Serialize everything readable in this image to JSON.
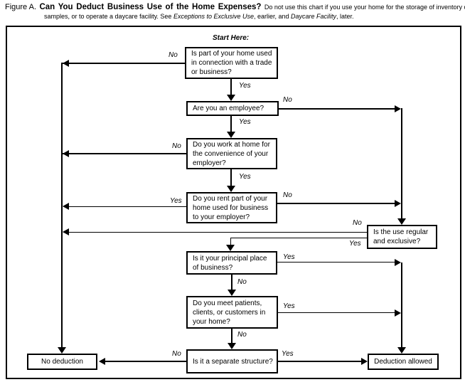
{
  "header": {
    "figure_label": "Figure A.",
    "title": "Can You Deduct Business Use of the Home Expenses?",
    "note": {
      "p1": "Do not use this chart if you use your home for the storage of inventory or product samples, or to operate a daycare facility. See ",
      "i1": "Exceptions to Exclusive Use",
      "p2": ", earlier, and ",
      "i2": "Daycare Facility",
      "p3": ", later."
    }
  },
  "flowchart": {
    "start_label": "Start Here:",
    "labels": {
      "yes": "Yes",
      "no": "No"
    },
    "nodes": {
      "q1": "Is part of your home used in connection with a trade or business?",
      "q2": "Are you an employee?",
      "q3": "Do you work at home for the convenience of your employer?",
      "q4": "Do you rent part of your home used for business to your employer?",
      "q5": "Is the use regular and exclusive?",
      "q6": "Is it your principal place of business?",
      "q7": "Do you meet patients, clients, or customers in your home?",
      "q8": "Is it a separate structure?",
      "no_deduction": "No deduction",
      "deduction_allowed": "Deduction allowed"
    }
  }
}
